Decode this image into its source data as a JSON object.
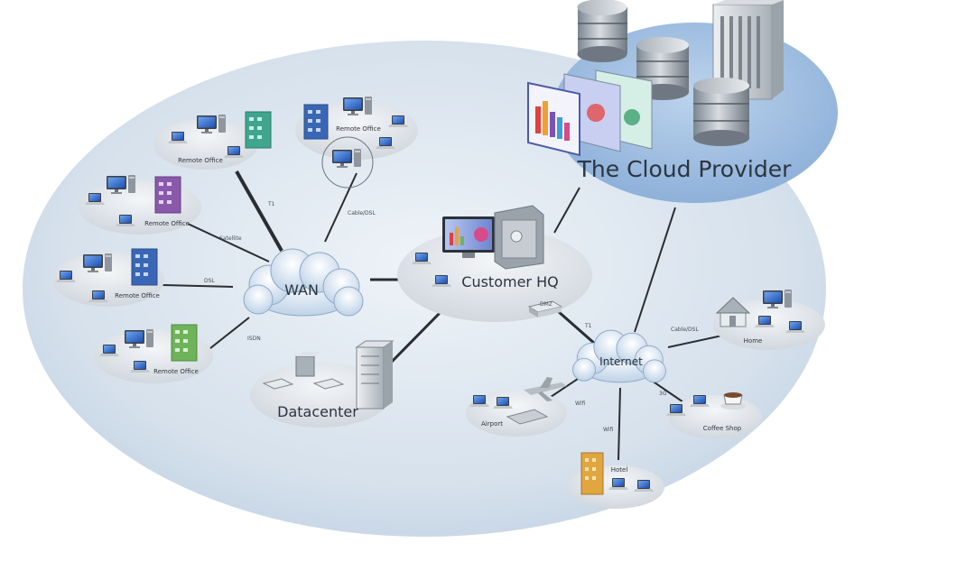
{
  "labels": {
    "cloud_provider": "The Cloud Provider",
    "wan": "WAN",
    "customer_hq": "Customer HQ",
    "internet": "Internet",
    "datacenter": "Datacenter",
    "remote_office": "Remote Office",
    "home": "Home",
    "airport": "Airport",
    "hotel": "Hotel",
    "coffee_shop": "Coffee Shop"
  },
  "links": {
    "t1": "T1",
    "cable_dsl": "Cable/DSL",
    "satellite": "Satellite",
    "dsl": "DSL",
    "isdn": "ISDN",
    "wifi": "Wifi",
    "three_g": "3G",
    "dmz": "DMZ"
  },
  "colors": {
    "backdrop": "#cfdcea",
    "cloud_provider_ellipse": "#9fbddf",
    "platform": "#e3e6ea",
    "link": "#2a2d31",
    "monitor": "#2f67c9",
    "building_teal": "#3fa58f",
    "building_purple": "#8a5aaa",
    "building_blue": "#3a67b5",
    "building_green": "#6fb35a"
  }
}
